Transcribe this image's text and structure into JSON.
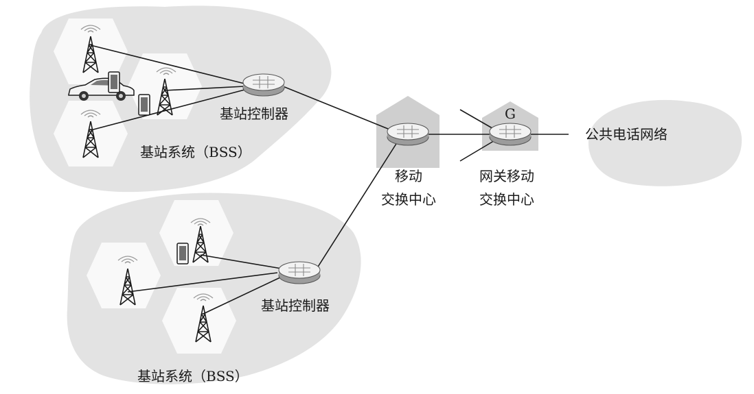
{
  "labels": {
    "bsc_top": "基站控制器",
    "bss_top": "基站系统（BSS）",
    "msc": [
      "移动",
      "交换中心"
    ],
    "gmsc_letter": "G",
    "gmsc": [
      "网关移动",
      "交换中心"
    ],
    "pstn": "公共电话网络",
    "bsc_bottom": "基站控制器",
    "bss_bottom": "基站系统（BSS）"
  },
  "colors": {
    "cloud": "#e3e3e3",
    "cell": "#f9f9f9",
    "line": "#1a1a1a",
    "building": "#cfcfcf",
    "router_top": "#f2f2f2",
    "router_side": "#9c9c9c"
  }
}
